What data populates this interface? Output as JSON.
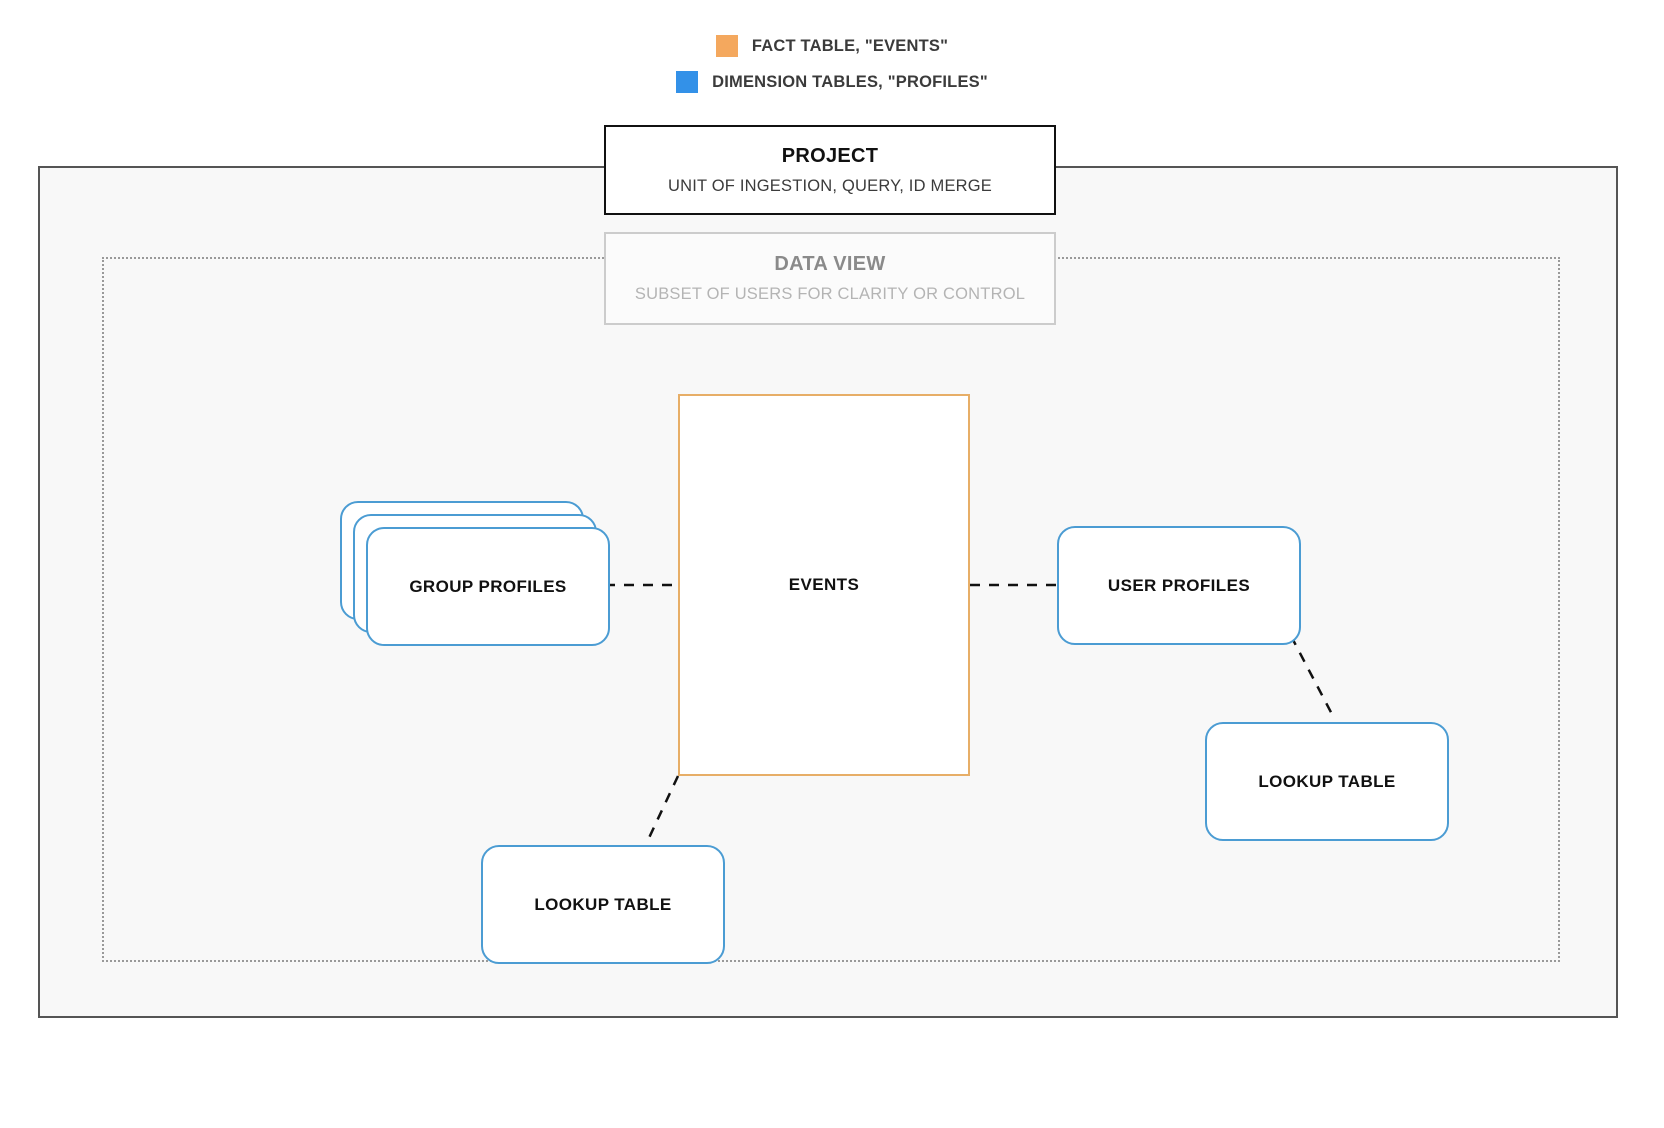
{
  "legend": {
    "items": [
      {
        "swatch_color": "#f3a košice",
        "label": "FACT TABLE, \"EVENTS\""
      },
      {
        "swatch_color": "#3391e8",
        "label": "DIMENSION TABLES, \"PROFILES\""
      }
    ]
  },
  "legend_items": [
    {
      "icon": "orange-square-swatch",
      "color": "#f4a85e",
      "label": "FACT TABLE, \"EVENTS\""
    },
    {
      "icon": "blue-square-swatch",
      "color": "#3391e8",
      "label": "DIMENSION TABLES, \"PROFILES\""
    }
  ],
  "containers": {
    "project": {
      "title": "PROJECT",
      "subtitle": "UNIT OF INGESTION, QUERY, ID MERGE",
      "border_color": "#111111"
    },
    "data_view": {
      "title": "DATA VIEW",
      "subtitle": "SUBSET OF USERS FOR CLARITY OR CONTROL",
      "border_color": "#cccccc"
    }
  },
  "nodes": {
    "events": {
      "label": "EVENTS",
      "type": "fact-table",
      "color": "#e7ae67"
    },
    "group_profiles": {
      "label": "GROUP PROFILES",
      "type": "dimension-table-stack",
      "color": "#4b9cd3",
      "stack_count": 3
    },
    "user_profiles": {
      "label": "USER PROFILES",
      "type": "dimension-table",
      "color": "#4b9cd3"
    },
    "lookup_table_left": {
      "label": "LOOKUP TABLE",
      "type": "dimension-table",
      "color": "#4b9cd3"
    },
    "lookup_table_right": {
      "label": "LOOKUP TABLE",
      "type": "dimension-table",
      "color": "#4b9cd3"
    }
  },
  "connections": [
    {
      "from": "group_profiles",
      "to": "events",
      "style": "dashed"
    },
    {
      "from": "events",
      "to": "user_profiles",
      "style": "dashed"
    },
    {
      "from": "user_profiles",
      "to": "lookup_table_right",
      "style": "dashed"
    },
    {
      "from": "events",
      "to": "lookup_table_left",
      "style": "dashed"
    }
  ],
  "colors": {
    "fact_table": "#e7ae67",
    "dimension_table": "#4b9cd3",
    "legend_orange": "#f4a85e",
    "legend_blue": "#3391e8",
    "container_bg": "#f8f8f8",
    "connector": "#111111"
  }
}
